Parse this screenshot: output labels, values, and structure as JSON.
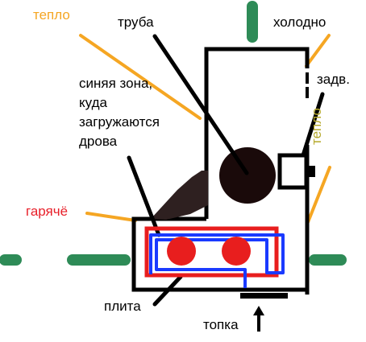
{
  "labels": {
    "teplo_top": "тепло",
    "truba": "труба",
    "holodno": "холодно",
    "zadv": "задв.",
    "blue_zone": "синяя зона,\nкуда\nзагружаются\nдрова",
    "teplo_side": "тепло",
    "garyache": "гарячё",
    "plita": "плита",
    "topka": "топка"
  },
  "colors": {
    "orange": "#f5a623",
    "olive": "#b5a82a",
    "red_text": "#e8202a",
    "red_channel": "#e81e1e",
    "blue_channel": "#1a3aff",
    "green_axis": "#2e8b57",
    "stove_outline": "#000000",
    "pipe_circle": "#1a0a0a",
    "deflector": "#2e2020"
  }
}
